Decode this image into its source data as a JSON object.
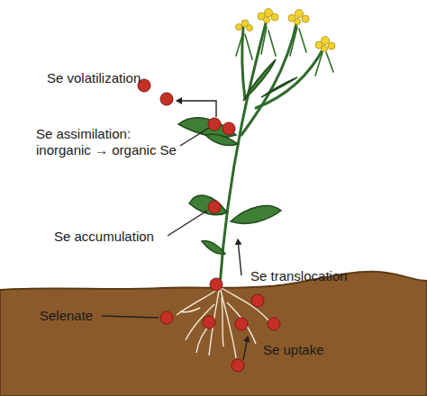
{
  "diagram": {
    "labels": [
      "Se volatilization",
      "Se assimilation:",
      "inorganic → organic Se",
      "Se accumulation",
      "Se translocation",
      "Selenate",
      "Se uptake"
    ]
  }
}
